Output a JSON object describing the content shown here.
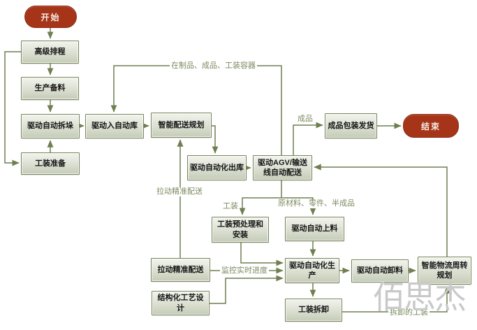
{
  "diagram": {
    "watermark": "佰思杰",
    "nodes": {
      "start": "开始",
      "advanced_scheduling": "高级排程",
      "production_material_prep": "生产备料",
      "auto_depalletizing": "驱动自动拆垛",
      "tooling_preparation": "工装准备",
      "auto_warehouse_inbound": "驱动入自动库",
      "smart_distribution_planning": "智能配送规划",
      "auto_outbound": "驱动自动化出库",
      "agv_conveyor_distribution": "驱动AGV/输送线自动配送",
      "packaging_shipping": "成品包装发货",
      "end": "结束",
      "tooling_pretreat_install": "工装预处理和安装",
      "auto_loading": "驱动自动上料",
      "pull_precise_distribution": "拉动精准配送",
      "structured_process_design": "结构化工艺设计",
      "auto_production": "驱动自动化生产",
      "auto_unloading": "驱动自动卸料",
      "smart_logistics_turnover": "智能物流周转规划",
      "tooling_disassembly": "工装拆卸"
    },
    "edge_labels": {
      "wip_finished_tooling_containers": "在制品、成品、工装容器",
      "finished_goods": "成品",
      "raw_materials_parts_semifinished": "原材料、零件、半成品",
      "tooling": "工装",
      "pull_precise_distribution": "拉动精准配送",
      "monitor_realtime_progress": "监控实时进度",
      "disassembled_tooling": "拆卸的工装"
    },
    "edges": [
      {
        "from": "start",
        "to": "advanced_scheduling",
        "label": ""
      },
      {
        "from": "advanced_scheduling",
        "to": "production_material_prep",
        "label": ""
      },
      {
        "from": "production_material_prep",
        "to": "auto_depalletizing",
        "label": ""
      },
      {
        "from": "advanced_scheduling",
        "to": "tooling_preparation",
        "label": ""
      },
      {
        "from": "tooling_preparation",
        "to": "auto_depalletizing",
        "label": ""
      },
      {
        "from": "auto_depalletizing",
        "to": "auto_warehouse_inbound",
        "label": ""
      },
      {
        "from": "auto_warehouse_inbound",
        "to": "smart_distribution_planning",
        "label": ""
      },
      {
        "from": "smart_distribution_planning",
        "to": "auto_outbound",
        "label": ""
      },
      {
        "from": "auto_outbound",
        "to": "agv_conveyor_distribution",
        "label": ""
      },
      {
        "from": "agv_conveyor_distribution",
        "to": "auto_warehouse_inbound",
        "label": "在制品、成品、工装容器"
      },
      {
        "from": "agv_conveyor_distribution",
        "to": "packaging_shipping",
        "label": "成品"
      },
      {
        "from": "packaging_shipping",
        "to": "end",
        "label": ""
      },
      {
        "from": "smart_logistics_turnover",
        "to": "agv_conveyor_distribution",
        "label": ""
      },
      {
        "from": "agv_conveyor_distribution",
        "to": "tooling_pretreat_install",
        "label": "工装"
      },
      {
        "from": "agv_conveyor_distribution",
        "to": "auto_loading",
        "label": "原材料、零件、半成品"
      },
      {
        "from": "auto_loading",
        "to": "auto_production",
        "label": ""
      },
      {
        "from": "tooling_pretreat_install",
        "to": "auto_production",
        "label": ""
      },
      {
        "from": "pull_precise_distribution",
        "to": "auto_production",
        "label": "监控实时进度"
      },
      {
        "from": "structured_process_design",
        "to": "auto_production",
        "label": ""
      },
      {
        "from": "pull_precise_distribution",
        "to": "smart_distribution_planning",
        "label": "拉动精准配送"
      },
      {
        "from": "auto_production",
        "to": "auto_unloading",
        "label": ""
      },
      {
        "from": "auto_unloading",
        "to": "smart_logistics_turnover",
        "label": ""
      },
      {
        "from": "auto_production",
        "to": "tooling_disassembly",
        "label": ""
      },
      {
        "from": "tooling_disassembly",
        "to": "smart_logistics_turnover",
        "label": "拆卸的工装"
      }
    ],
    "colors": {
      "node_border": "#75845a",
      "node_fill_top": "#f2f4ed",
      "node_fill_bottom": "#c5ccb7",
      "terminator_fill": "#a63418",
      "connector": "#6f7f50",
      "edge_label_text": "#7b8a5e",
      "watermark_text": "#c9c9c9"
    }
  }
}
